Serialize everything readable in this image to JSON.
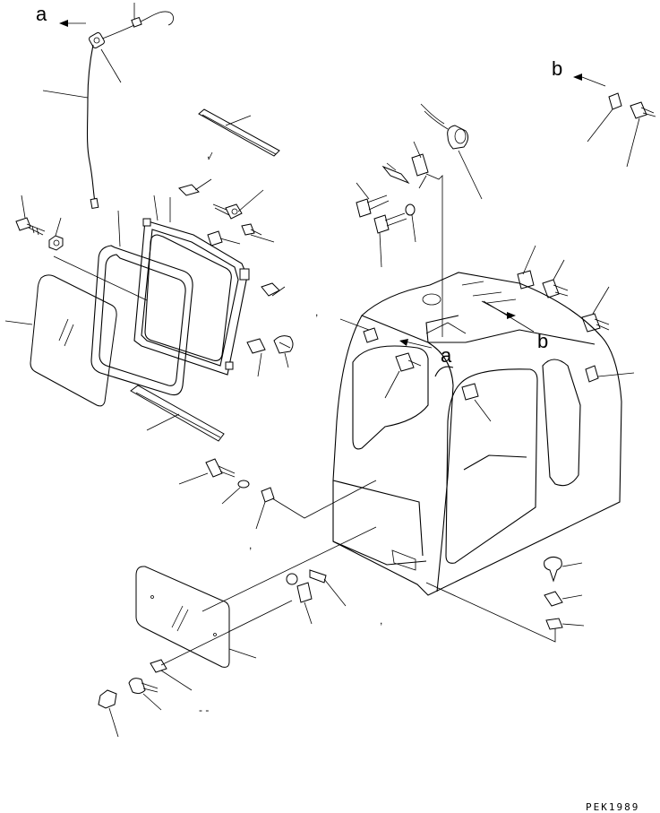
{
  "labels": {
    "a_top": "a",
    "b_top": "b",
    "a_cab": "a",
    "b_cab": "b"
  },
  "drawing_code": "PEK1989",
  "stray_marks": [
    ",",
    ",",
    ",",
    ",",
    "- -"
  ]
}
